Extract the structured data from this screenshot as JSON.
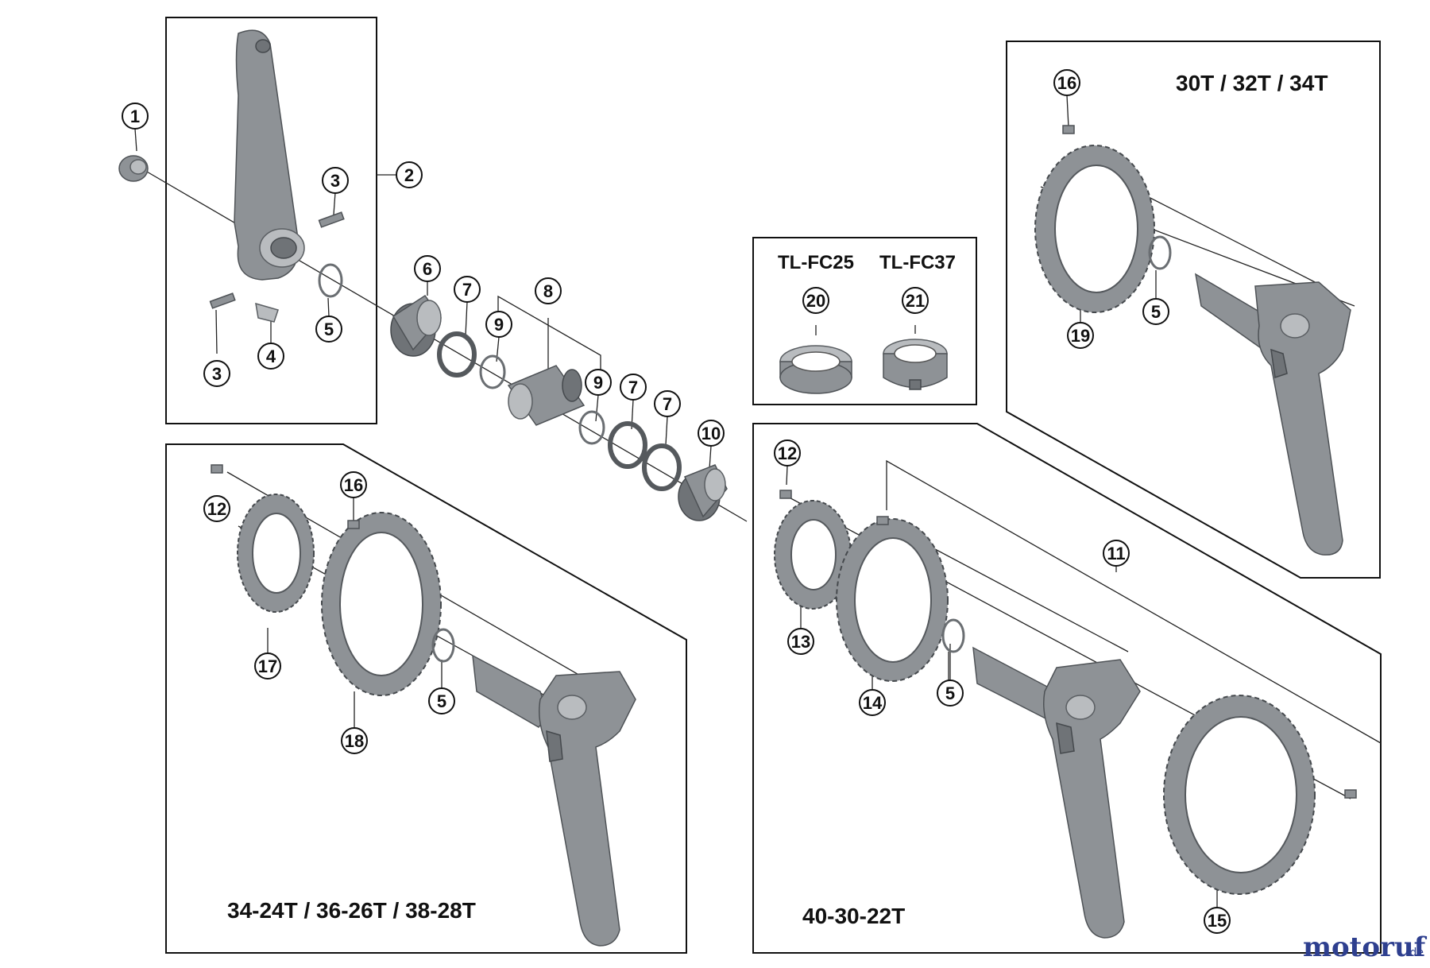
{
  "callouts": [
    "1",
    "2",
    "3",
    "3",
    "4",
    "5",
    "6",
    "7",
    "8",
    "9",
    "9",
    "7",
    "7",
    "10",
    "11",
    "12",
    "12",
    "13",
    "14",
    "5",
    "15",
    "16",
    "17",
    "18",
    "5",
    "16",
    "19",
    "5",
    "20",
    "21"
  ],
  "titles": {
    "top_right": "30T / 32T / 34T",
    "bottom_left": "34-24T / 36-26T / 38-28T",
    "bottom_right": "40-30-22T"
  },
  "tools": [
    "TL-FC25",
    "TL-FC37"
  ],
  "watermark": {
    "brand": "motoruf",
    "tld": ".de",
    "color_main": "#2e3f8f",
    "color_accent": "#c9a227"
  },
  "icons": [
    "crank-arm-left",
    "chainring",
    "bottom-bracket-cup",
    "crank-arm-right",
    "lockring-tool"
  ]
}
